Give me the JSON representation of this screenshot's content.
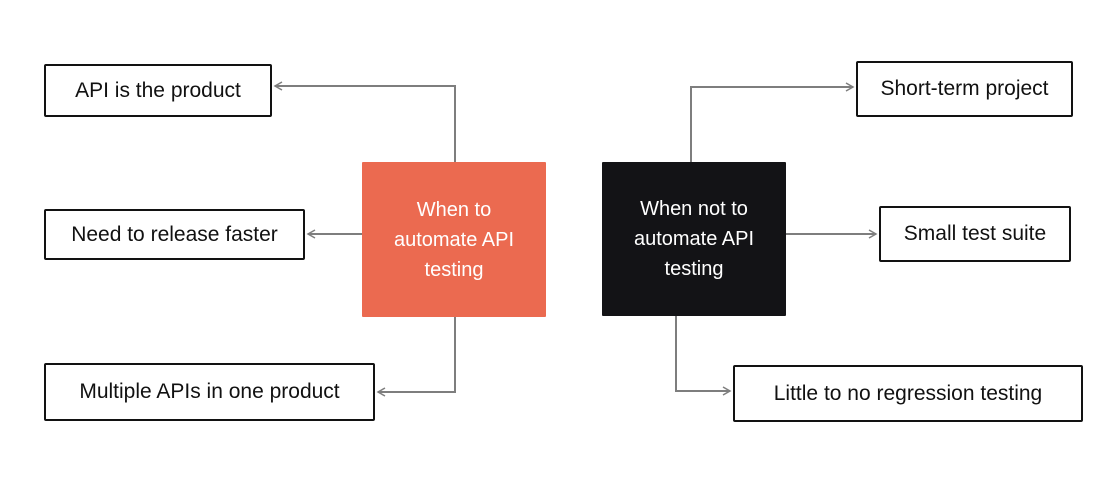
{
  "diagram": {
    "background": "#FFFFFF",
    "connector_color": "#7E7E7E",
    "box_border_color": "#121212",
    "left_cluster": {
      "hub": {
        "label": "When to automate API testing",
        "lines": [
          "When to",
          "automate API",
          "testing"
        ],
        "fill": "#EB6A50",
        "text_color": "#FFFFFF"
      },
      "branches": [
        {
          "label": "API is the product"
        },
        {
          "label": "Need to release faster"
        },
        {
          "label": "Multiple APIs in one product"
        }
      ]
    },
    "right_cluster": {
      "hub": {
        "label": "When not to automate API testing",
        "lines": [
          "When not to",
          "automate API",
          "testing"
        ],
        "fill": "#131316",
        "text_color": "#FFFFFF"
      },
      "branches": [
        {
          "label": "Short-term project"
        },
        {
          "label": "Small test suite"
        },
        {
          "label": "Little to no regression testing"
        }
      ]
    }
  }
}
